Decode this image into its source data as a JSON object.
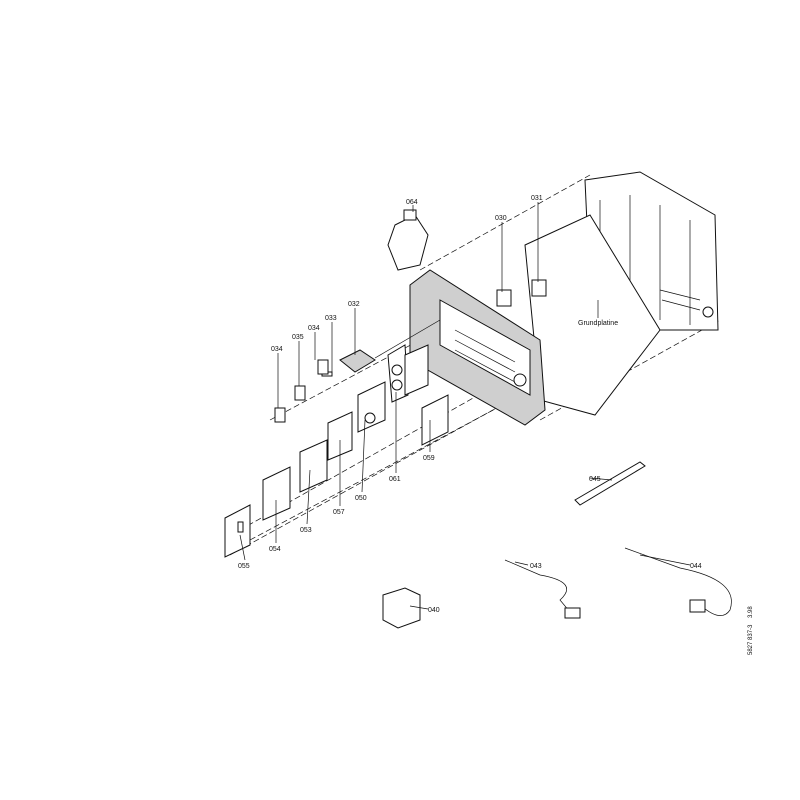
{
  "parts": [
    {
      "id": "064"
    },
    {
      "id": "030"
    },
    {
      "id": "031"
    },
    {
      "id": "032"
    },
    {
      "id": "033"
    },
    {
      "id": "034"
    },
    {
      "id": "035"
    },
    {
      "id": "034"
    },
    {
      "id": "059"
    },
    {
      "id": "061"
    },
    {
      "id": "050"
    },
    {
      "id": "057"
    },
    {
      "id": "053"
    },
    {
      "id": "054"
    },
    {
      "id": "055"
    },
    {
      "id": "045"
    },
    {
      "id": "043"
    },
    {
      "id": "044"
    },
    {
      "id": "040"
    }
  ],
  "base_plate_label": "Grundplatine",
  "drawing_number": "5827 837-3",
  "date_code": "3.98"
}
